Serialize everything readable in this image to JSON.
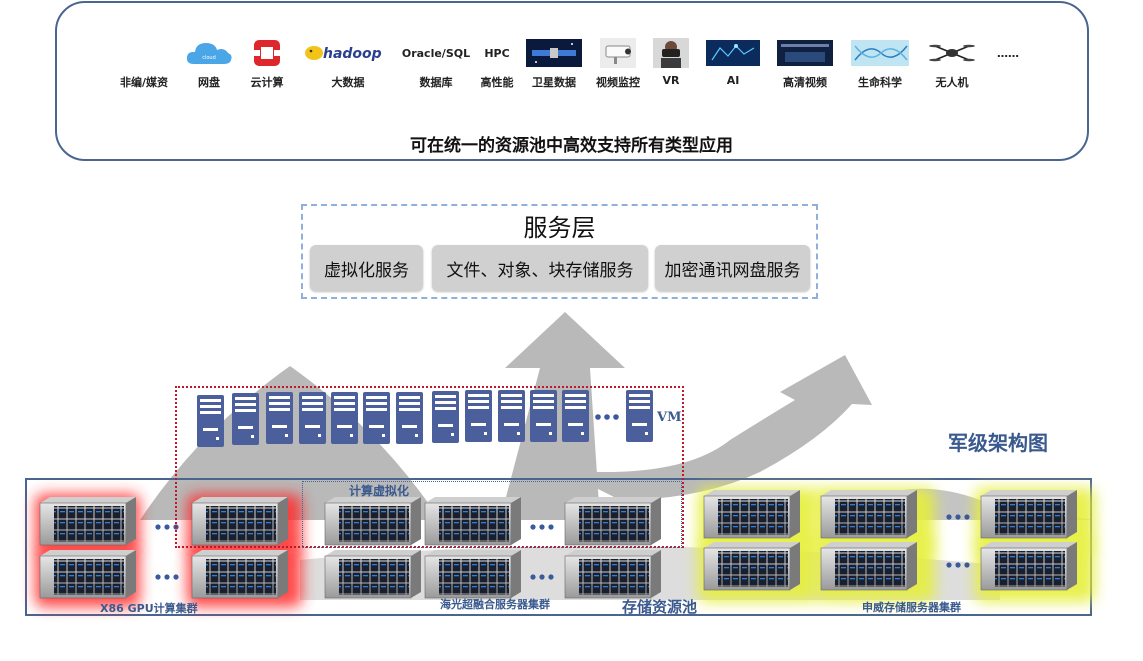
{
  "applications": [
    {
      "label": "非编/媒资",
      "icon": "none"
    },
    {
      "label": "网盘",
      "icon": "cloud-storage-icon"
    },
    {
      "label": "云计算",
      "icon": "openstack-icon"
    },
    {
      "label": "大数据",
      "icon": "hadoop-logo"
    },
    {
      "label": "数据库",
      "icon_text": "Oracle/SQL"
    },
    {
      "label": "高性能",
      "icon_text": "HPC"
    },
    {
      "label": "卫星数据",
      "icon": "satellite-image"
    },
    {
      "label": "视频监控",
      "icon": "cctv-camera-image"
    },
    {
      "label": "VR",
      "icon": "vr-headset-image"
    },
    {
      "label": "AI",
      "icon": "ai-image"
    },
    {
      "label": "高清视频",
      "icon": "hd-video-image"
    },
    {
      "label": "生命科学",
      "icon": "dna-image"
    },
    {
      "label": "无人机",
      "icon": "drone-image"
    },
    {
      "label": "",
      "icon_text": "……"
    }
  ],
  "app_caption": "可在统一的资源池中高效支持所有类型应用",
  "service_layer": {
    "title": "服务层",
    "services": [
      "虚拟化服务",
      "文件、对象、块存储服务",
      "加密通讯网盘服务"
    ]
  },
  "vm_label": "VM",
  "arch_title": "军级架构图",
  "compute_virtualization_label": "计算虚拟化",
  "clusters": {
    "gpu": "X86 GPU计算集群",
    "hyper": "海光超融合服务器集群",
    "storage_pool": "存储资源池",
    "shenwei": "申威存储服务器集群"
  },
  "colors": {
    "frame_blue": "#4a6590",
    "vm_blue": "#4a5f9c",
    "red_glow": "#ff2a2a",
    "yellow_glow": "#e6ef3a",
    "dotted_red": "#c0182a"
  }
}
